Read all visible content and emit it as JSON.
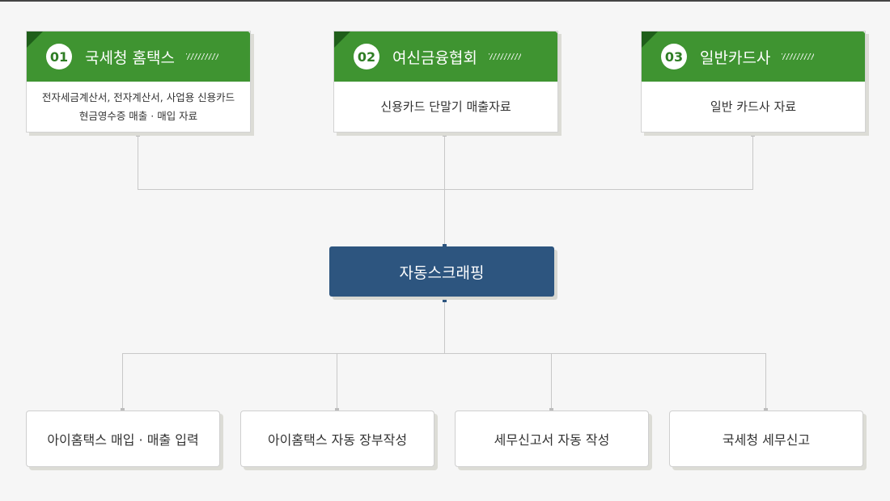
{
  "sources": [
    {
      "num": "01",
      "title": "국세청 홈택스",
      "desc": [
        "전자세금계산서, 전자계산서, 사업용 신용카드",
        "현금영수증 매출 · 매입 자료"
      ]
    },
    {
      "num": "02",
      "title": "여신금융협회",
      "desc": [
        "신용카드 단말기 매출자료"
      ]
    },
    {
      "num": "03",
      "title": "일반카드사",
      "desc": [
        "일반 카드사 자료"
      ]
    }
  ],
  "hub": {
    "label": "자동스크래핑"
  },
  "outputs": [
    {
      "label": "아이홈택스 매입 · 매출 입력"
    },
    {
      "label": "아이홈택스 자동 장부작성"
    },
    {
      "label": "세무신고서 자동 작성"
    },
    {
      "label": "국세청 세무신고"
    }
  ],
  "colors": {
    "source_header": "#3f9431",
    "hub": "#2d557f",
    "connector": "#c8c8c8"
  }
}
